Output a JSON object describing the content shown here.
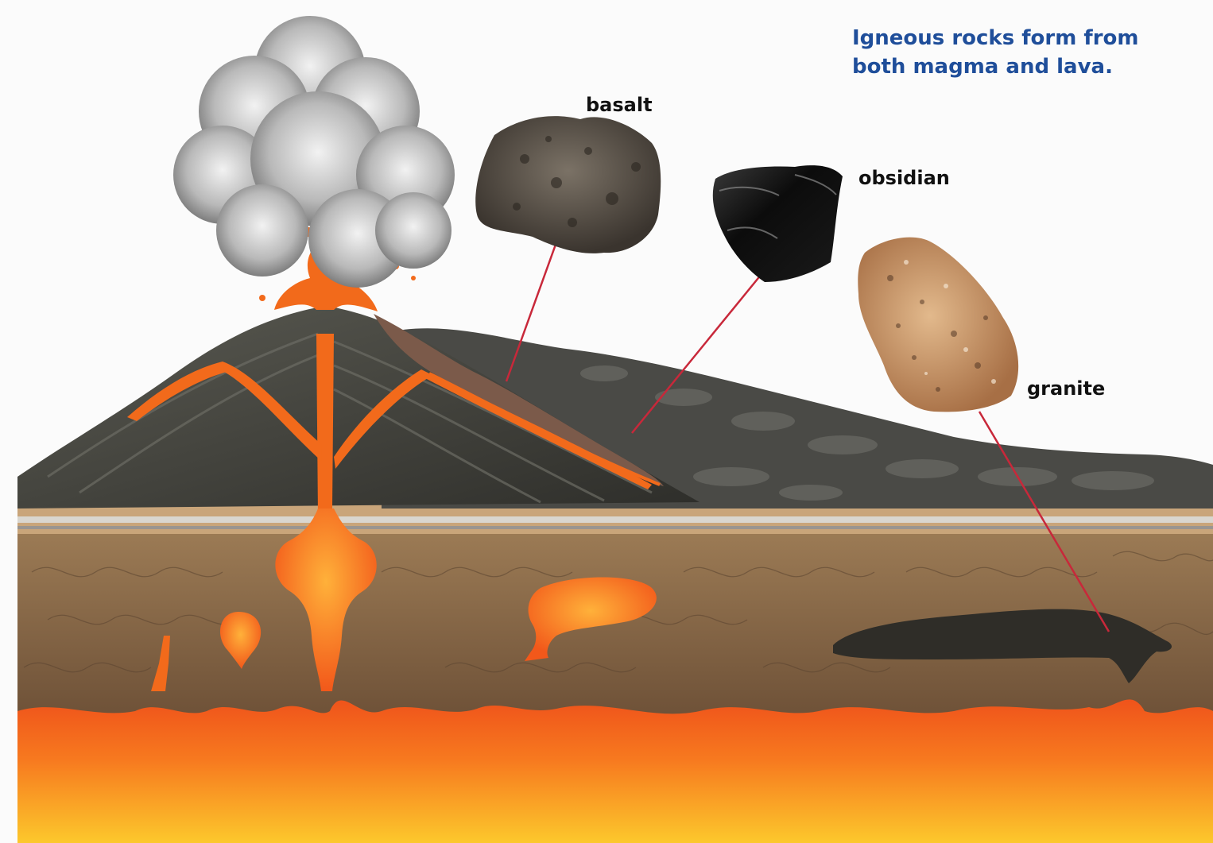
{
  "caption": {
    "line1": "Igneous rocks form from",
    "line2": "both magma and lava."
  },
  "labels": {
    "basalt": "basalt",
    "obsidian": "obsidian",
    "granite": "granite"
  },
  "colors": {
    "caption": "#1f4e9a",
    "magma": "#f26a1b",
    "mantle_top": "#f0541a",
    "mantle_bottom": "#fbc52a",
    "leader_line": "#c8283a",
    "crust": "#8a6a48",
    "volcano": "#3a3a36"
  }
}
